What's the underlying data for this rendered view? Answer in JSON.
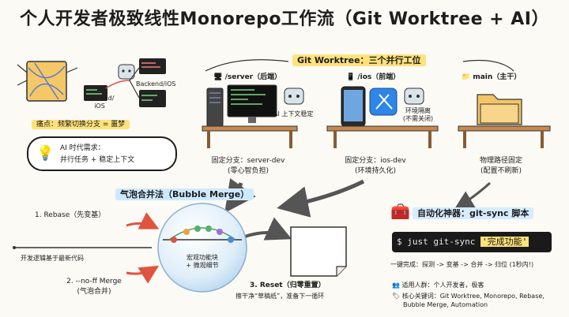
{
  "title": "个人开发者极致线性Monorepo工作流（Git Worktree + AI）",
  "pain": {
    "label_backend": "Backend/iOS",
    "label_backend2": "Backend/",
    "label_ios": "iOS",
    "caption": "痛点：频繁切换分支 = 噩梦"
  },
  "ai_need": {
    "line1": "AI 时代需求：",
    "line2": "并行任务 + 稳定上下文"
  },
  "worktree": {
    "header": "Git Worktree：三个并行工位",
    "server": {
      "path": "/server（后端）",
      "robot_caption": "AI 上下文稳定",
      "caption1": "固定分支：server-dev",
      "caption2": "(零心智负担)"
    },
    "ios": {
      "path": "/ios（前端）",
      "robot_caption1": "环境隔离",
      "robot_caption2": "(不需关闭)",
      "caption1": "固定分支：ios-dev",
      "caption2": "(环境持久化)"
    },
    "main": {
      "path": "main（主干）",
      "caption1": "物理路径固定",
      "caption2": "(配置不刷新)"
    }
  },
  "bubble": {
    "header": "气泡合并法（Bubble Merge）",
    "step1": "1. Rebase（先变基）",
    "step1_caption": "开发逻辑基于最新代码",
    "step2_line1": "2. --no-ff Merge",
    "step2_line2": "(气泡合并)",
    "bubble_caption1": "宏观功能块",
    "bubble_caption2": "+ 微观细节",
    "step3": "3. Reset（归零重置）",
    "step3_caption": "擦干净“草稿纸”，准备下一循环"
  },
  "automation": {
    "header": "自动化神器：git-sync 脚本",
    "command_prefix": "$ just git-sync ",
    "command_arg": "'完成功能'",
    "flow": "一键完成：探测 -> 变基 -> 合并 -> 归位 (1秒内!)",
    "audience": "适用人群：个人开发者，极客",
    "keywords1": "核心关键词：Git Worktree, Monorepo, Rebase,",
    "keywords2": "Bubble Merge, Automation"
  },
  "colors": {
    "accent_yellow": "#ffe27a",
    "accent_blue": "#d6ecff",
    "arrow_red": "#e0533f",
    "folder": "#f3c567"
  }
}
